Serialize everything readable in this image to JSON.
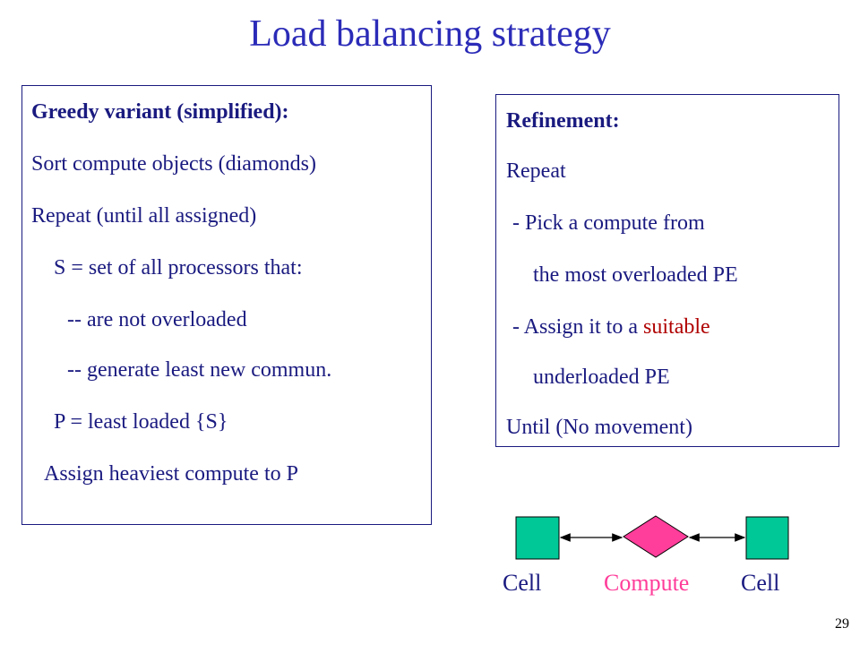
{
  "title": "Load balancing strategy",
  "greedy": {
    "heading": "Greedy variant (simplified):",
    "lines": [
      "Sort compute objects (diamonds)",
      "Repeat (until all assigned)",
      "S = set of all processors that:",
      "-- are not overloaded",
      "-- generate least new commun.",
      "P = least loaded {S}",
      "Assign heaviest compute to P"
    ]
  },
  "refinement": {
    "heading": "Refinement:",
    "lines": [
      "Repeat",
      "- Pick a compute from",
      "the most overloaded PE",
      "- Assign it to a ",
      "underloaded PE",
      "Until (No movement)"
    ],
    "highlight_word": "suitable"
  },
  "diagram": {
    "left_label": "Cell",
    "center_label": "Compute",
    "right_label": "Cell",
    "cell_color": "#00c896",
    "compute_color": "#ff3d9a"
  },
  "page_number": "29"
}
